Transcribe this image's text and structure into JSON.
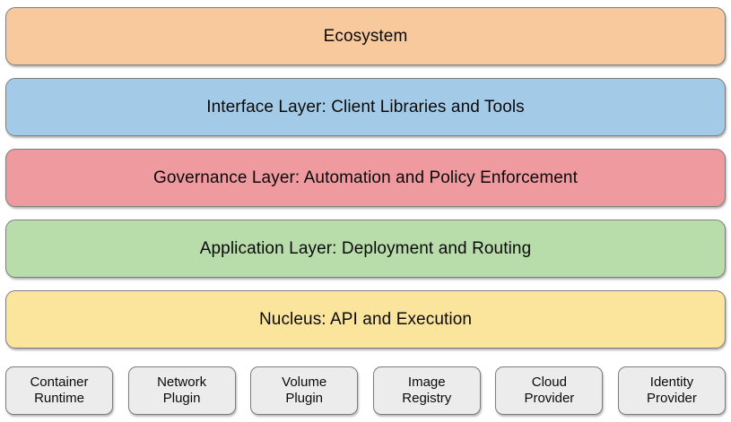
{
  "diagram": {
    "type": "layered-architecture-stack",
    "background_color": "#FFFFFF",
    "border_color": "#7D7D7D",
    "text_color": "#0A0A0A"
  },
  "layers": [
    {
      "label": "Ecosystem",
      "color": "#F9C99E"
    },
    {
      "label": "Interface Layer: Client Libraries and Tools",
      "color": "#A3CBE8"
    },
    {
      "label": "Governance Layer: Automation and Policy Enforcement",
      "color": "#EE9A9E"
    },
    {
      "label": "Application Layer: Deployment and Routing",
      "color": "#B9DCAB"
    },
    {
      "label": "Nucleus: API and Execution",
      "color": "#FBE49C"
    }
  ],
  "components": [
    {
      "line1": "Container",
      "line2": "Runtime",
      "color": "#ECECEC"
    },
    {
      "line1": "Network",
      "line2": "Plugin",
      "color": "#ECECEC"
    },
    {
      "line1": "Volume",
      "line2": "Plugin",
      "color": "#ECECEC"
    },
    {
      "line1": "Image",
      "line2": "Registry",
      "color": "#ECECEC"
    },
    {
      "line1": "Cloud",
      "line2": "Provider",
      "color": "#ECECEC"
    },
    {
      "line1": "Identity",
      "line2": "Provider",
      "color": "#ECECEC"
    }
  ]
}
